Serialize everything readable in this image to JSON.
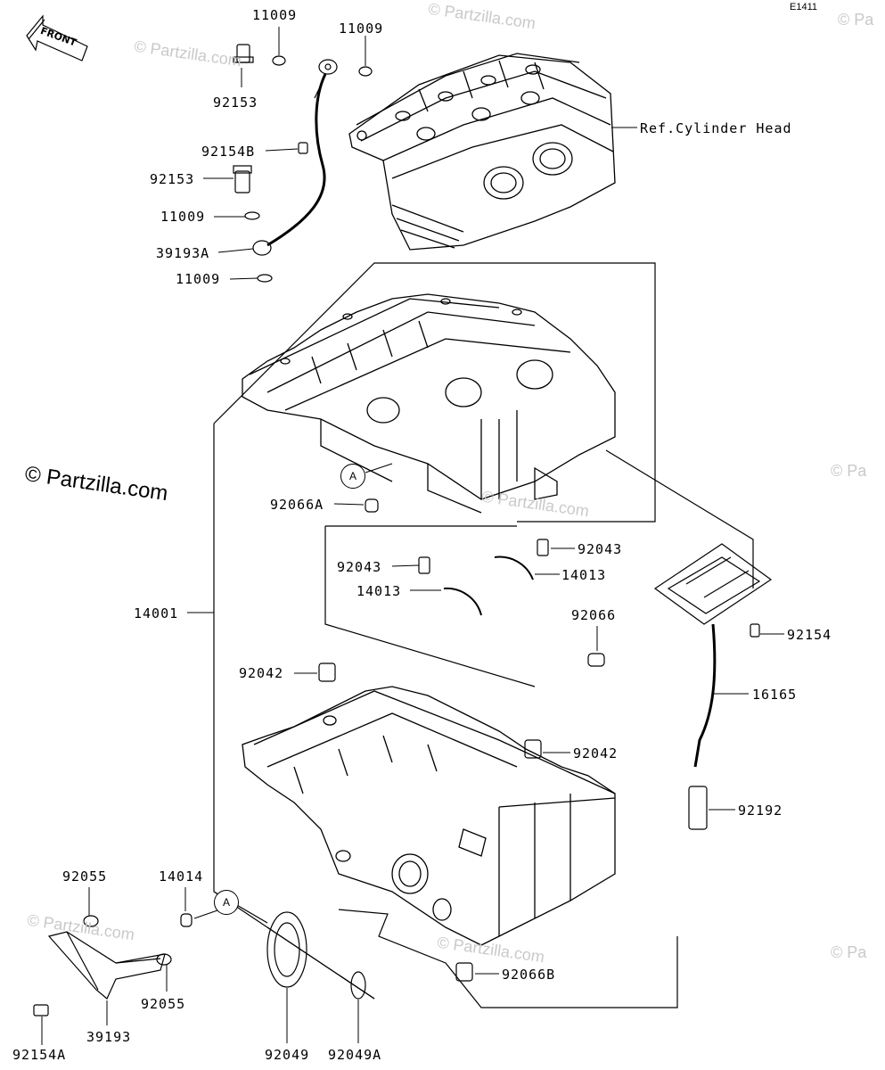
{
  "diagram_code": "E1411",
  "watermark": "© Partzilla.com",
  "watermark_short": "© Pa",
  "front_label": "FRONT",
  "ref_label": "Ref.Cylinder Head",
  "ref_marker": "A",
  "parts": {
    "p11009_top1": "11009",
    "p11009_top2": "11009",
    "p92153_top": "92153",
    "p92154B": "92154B",
    "p92153_mid": "92153",
    "p11009_mid": "11009",
    "p39193A": "39193A",
    "p11009_low": "11009",
    "p92066A": "92066A",
    "p92043_left": "92043",
    "p92043_right": "92043",
    "p14013_left": "14013",
    "p14013_right": "14013",
    "p14001": "14001",
    "p92066": "92066",
    "p92154": "92154",
    "p92042_left": "92042",
    "p92042_right": "92042",
    "p16165": "16165",
    "p92192": "92192",
    "p92055_top": "92055",
    "p14014": "14014",
    "p92055_bot": "92055",
    "p92066B": "92066B",
    "p39193": "39193",
    "p92154A": "92154A",
    "p92049": "92049",
    "p92049A": "92049A"
  }
}
